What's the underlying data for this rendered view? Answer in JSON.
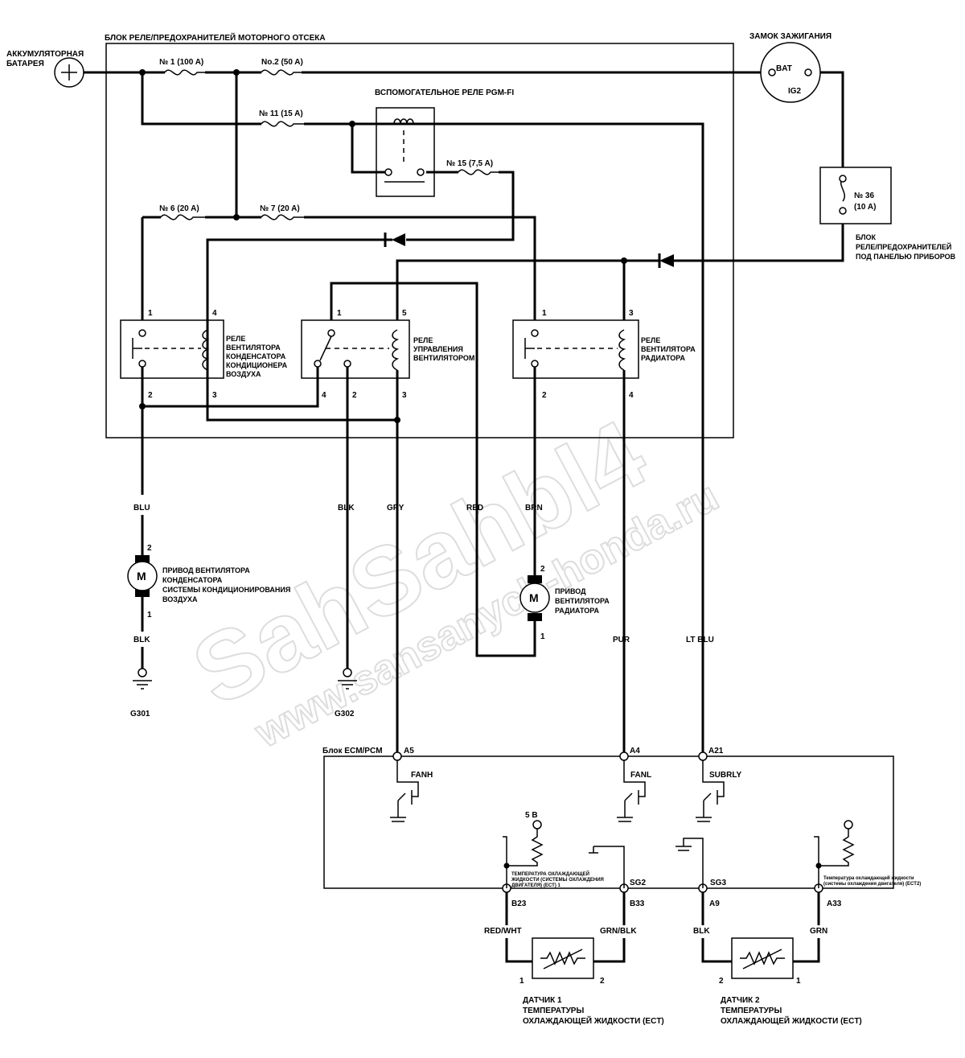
{
  "labels": {
    "battery": [
      "АККУМУЛЯТОРНАЯ",
      "БАТАРЕЯ"
    ],
    "underhood_box": "БЛОК РЕЛЕ/ПРЕДОХРАНИТЕЛЕЙ МОТОРНОГО ОТСЕКА",
    "ignition_switch": "ЗАМОК ЗАЖИГАНИЯ",
    "bat": "BAT",
    "ig2": "IG2",
    "pgmfi_relay": "ВСПОМОГАТЕЛЬНОЕ РЕЛЕ PGM-FI",
    "dash_box": [
      "БЛОК",
      "РЕЛЕ/ПРЕДОХРАНИТЕЛЕЙ",
      "ПОД ПАНЕЛЬЮ ПРИБОРОВ"
    ],
    "fuse36": [
      "№ 36",
      "(10 A)"
    ],
    "ac_relay": [
      "РЕЛЕ",
      "ВЕНТИЛЯТОРА",
      "КОНДЕНСАТОРА",
      "КОНДИЦИОНЕРА",
      "ВОЗДУХА"
    ],
    "fan_ctrl_relay": [
      "РЕЛЕ",
      "УПРАВЛЕНИЯ",
      "ВЕНТИЛЯТОРОМ"
    ],
    "rad_relay": [
      "РЕЛЕ",
      "ВЕНТИЛЯТОРА",
      "РАДИАТОРА"
    ],
    "cond_motor": [
      "ПРИВОД ВЕНТИЛЯТОРА",
      "КОНДЕНСАТОРА",
      "СИСТЕМЫ КОНДИЦИОНИРОВАНИЯ",
      "ВОЗДУХА"
    ],
    "rad_motor": [
      "ПРИВОД",
      "ВЕНТИЛЯТОРА",
      "РАДИАТОРА"
    ],
    "motor_symbol": "M",
    "g301": "G301",
    "g302": "G302",
    "ecm": "Блок ECM/PCM",
    "ect1_inner": [
      "ТЕМПЕРАТУРА ОХЛАЖДАЮЩЕЙ",
      "ЖИДКОСТИ (СИСТЕМЫ ОХЛАЖДЕНИЯ",
      "ДВИГАТЕЛЯ) (ECT) 1"
    ],
    "ect2_inner": [
      "Температура охлаждающей жидкости",
      "(системы охлаждения двигателя) (ECT2)"
    ],
    "ect1_sensor": [
      "ДАТЧИК 1",
      "ТЕМПЕРАТУРЫ",
      "ОХЛАЖДАЮЩЕЙ ЖИДКОСТИ (ECT)"
    ],
    "ect2_sensor": [
      "ДАТЧИК 2",
      "ТЕМПЕРАТУРЫ",
      "ОХЛАЖДАЮЩЕЙ ЖИДКОСТИ (ECT)"
    ],
    "five_volt": "5 В",
    "watermark": [
      "SahSahbl4",
      "www.sansanych-honda.ru"
    ]
  },
  "fuses": {
    "f1": "№ 1 (100 A)",
    "f2": "No.2 (50 A)",
    "f11": "№ 11 (15 A)",
    "f15": "№ 15 (7,5 A)",
    "f6": "№ 6 (20 A)",
    "f7": "№ 7 (20 A)"
  },
  "wires": {
    "blu": "BLU",
    "blk1": "BLK",
    "blk2": "BLK",
    "gry": "GRY",
    "red": "RED",
    "brn": "BRN",
    "pur": "PUR",
    "ltblu": "LT BLU",
    "redwht": "RED/WHT",
    "grnblk": "GRN/BLK",
    "blk3": "BLK",
    "grn": "GRN"
  },
  "ecm_pins": {
    "a5": "A5",
    "a4": "A4",
    "a21": "A21",
    "fanh": "FANH",
    "fanl": "FANL",
    "subrly": "SUBRLY",
    "sg2": "SG2",
    "sg3": "SG3",
    "b23": "B23",
    "b33": "B33",
    "a9": "A9",
    "a33": "A33"
  },
  "pins": {
    "ac_1": "1",
    "ac_4": "4",
    "ac_2": "2",
    "ac_3": "3",
    "fc_1": "1",
    "fc_5": "5",
    "fc_4": "4",
    "fc_2": "2",
    "fc_3": "3",
    "rr_1": "1",
    "rr_3": "3",
    "rr_2": "2",
    "rr_4": "4",
    "cm_2": "2",
    "cm_1": "1",
    "rm_2": "2",
    "rm_1": "1",
    "s1_1": "1",
    "s1_2": "2",
    "s2_2": "2",
    "s2_1": "1"
  }
}
